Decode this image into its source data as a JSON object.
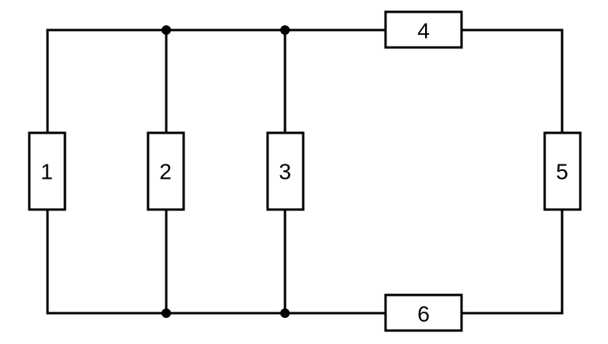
{
  "colors": {
    "wire": "#000000",
    "background": "#ffffff"
  },
  "resistors": [
    {
      "label": "1"
    },
    {
      "label": "2"
    },
    {
      "label": "3"
    },
    {
      "label": "4"
    },
    {
      "label": "5"
    },
    {
      "label": "6"
    }
  ]
}
